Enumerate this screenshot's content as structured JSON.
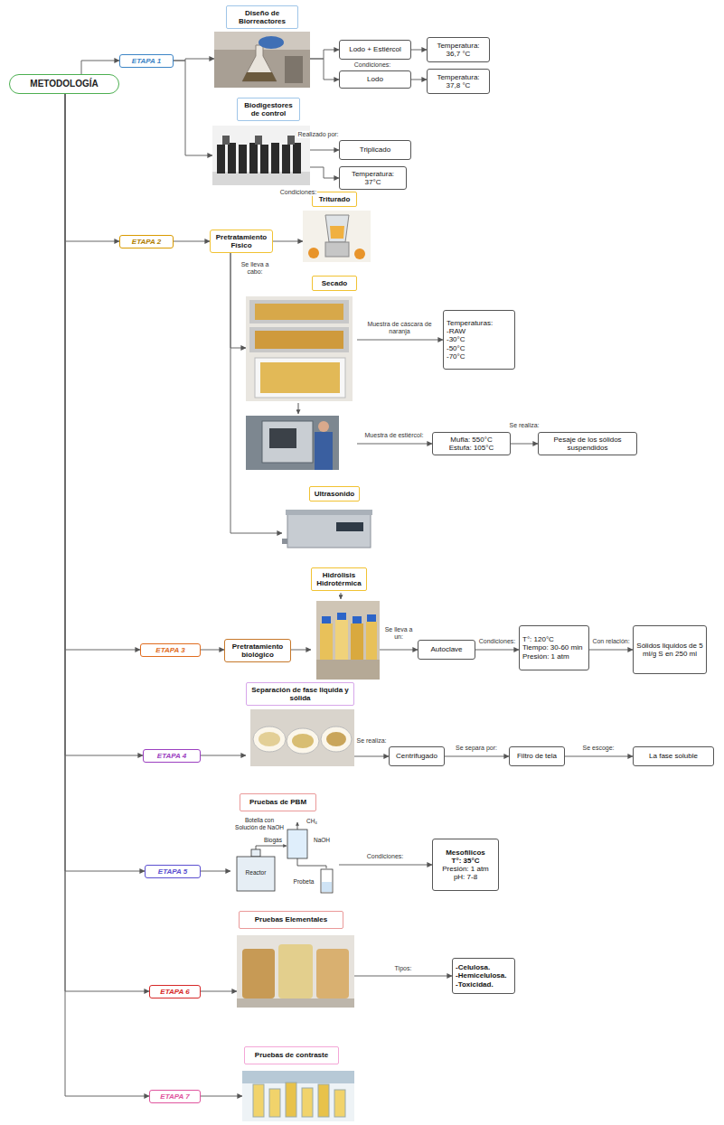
{
  "diagram": {
    "nodes": [
      {
        "text": [
          "METODOLOGÍA"
        ]
      },
      {
        "text": [
          "ETAPA 1"
        ]
      },
      {
        "text": [
          "Diseño de Biorreactores"
        ]
      },
      {
        "text": [
          "Lodo + Estiércol"
        ]
      },
      {
        "text": [
          "Temperatura: 36,7 °C"
        ]
      },
      {
        "text": [
          "Lodo"
        ]
      },
      {
        "text": [
          "Temperatura: 37,8 °C"
        ]
      },
      {
        "text": [
          "Biodigestores de control"
        ]
      },
      {
        "text": [
          "Triplicado"
        ]
      },
      {
        "text": [
          "Temperatura: 37°C"
        ]
      },
      {
        "text": [
          "ETAPA 2"
        ]
      },
      {
        "text": [
          "Pretratamiento Físico"
        ]
      },
      {
        "text": [
          "Triturado"
        ]
      },
      {
        "text": [
          "Secado"
        ]
      },
      {
        "text": [
          "Temperaturas:",
          "-RAW",
          "-30°C",
          "-50°C",
          "-70°C"
        ]
      },
      {
        "text": [
          "Mufla: 550°C",
          "Estufa: 105°C"
        ]
      },
      {
        "text": [
          "Pesaje de los sólidos suspendidos"
        ]
      },
      {
        "text": [
          "Ultrasonido"
        ]
      },
      {
        "text": [
          "ETAPA 3"
        ]
      },
      {
        "text": [
          "Pretratamiento biológico"
        ]
      },
      {
        "text": [
          "Hidrólisis Hidrotérmica"
        ]
      },
      {
        "text": [
          "Autoclave"
        ]
      },
      {
        "text": [
          "T°: 120°C",
          "Tiempo: 30-60 min",
          "Presión: 1 atm"
        ]
      },
      {
        "text": [
          "Sólidos liquidos de 5 ml/g S en 250 ml"
        ]
      },
      {
        "text": [
          "ETAPA 4"
        ]
      },
      {
        "text": [
          "Separación de fase liquida y sólida"
        ]
      },
      {
        "text": [
          "Centrifugado"
        ]
      },
      {
        "text": [
          "Filtro de tela"
        ]
      },
      {
        "text": [
          "La fase soluble"
        ]
      },
      {
        "text": [
          "ETAPA 5"
        ]
      },
      {
        "text": [
          "Pruebas de PBM"
        ]
      },
      {
        "text": [
          "Mesofílicos",
          "T°: 35°C",
          "Presión: 1 atm",
          "pH: 7-8"
        ]
      },
      {
        "text": [
          "ETAPA 6"
        ]
      },
      {
        "text": [
          "Pruebas Elementales"
        ]
      },
      {
        "text": [
          "-Celulosa.",
          "-Hemicelulosa.",
          "-Toxicidad."
        ]
      },
      {
        "text": [
          "Pruebas de contraste"
        ]
      },
      {
        "text": [
          "ETAPA 7"
        ]
      }
    ],
    "edges": [
      {
        "from": 0,
        "to": 1,
        "arrow": "to"
      },
      {
        "from": 0,
        "to": 10,
        "arrow": "to"
      },
      {
        "from": 0,
        "to": 18,
        "arrow": "to"
      },
      {
        "from": 0,
        "to": 24,
        "arrow": "to"
      },
      {
        "from": 0,
        "to": 29,
        "arrow": "to"
      },
      {
        "from": 0,
        "to": 32,
        "arrow": "to"
      },
      {
        "from": 0,
        "to": 36,
        "arrow": "to"
      },
      {
        "from": 1,
        "to": 2,
        "arrow": "to"
      },
      {
        "from": 1,
        "to": 7,
        "arrow": "to"
      },
      {
        "from": 2,
        "to": 3,
        "arrow": "to"
      },
      {
        "from": 2,
        "to": 5,
        "label": "Condiciones:",
        "arrow": "to"
      },
      {
        "from": 3,
        "to": 4,
        "arrow": "to"
      },
      {
        "from": 5,
        "to": 6,
        "arrow": "to"
      },
      {
        "from": 7,
        "to": 8,
        "label": "Realizado por:",
        "arrow": "to"
      },
      {
        "from": 7,
        "to": 9,
        "label": "Condiciones:",
        "arrow": "to"
      },
      {
        "from": 10,
        "to": 11,
        "arrow": "to"
      },
      {
        "from": 11,
        "to": 12,
        "arrow": "to"
      },
      {
        "from": 11,
        "to": 13,
        "label": "Se lleva a cabo:",
        "arrow": "to"
      },
      {
        "from": 11,
        "to": 17,
        "arrow": "to"
      },
      {
        "from": 13,
        "to": 14,
        "label": "Muestra de cáscara de naranja",
        "arrow": "to"
      },
      {
        "from": 13,
        "to": 15,
        "label": "Muestra de estiércol:",
        "arrow": "to"
      },
      {
        "from": 15,
        "to": 16,
        "label": "Se realiza:",
        "arrow": "to"
      },
      {
        "from": 18,
        "to": 19,
        "arrow": "to"
      },
      {
        "from": 19,
        "to": 20,
        "arrow": "to"
      },
      {
        "from": 20,
        "to": 21,
        "label": "Se lleva a un:",
        "arrow": "to"
      },
      {
        "from": 21,
        "to": 22,
        "label": "Condiciones:",
        "arrow": "to"
      },
      {
        "from": 22,
        "to": 23,
        "label": "Con relación:",
        "arrow": "to"
      },
      {
        "from": 24,
        "to": 25,
        "arrow": "to"
      },
      {
        "from": 25,
        "to": 26,
        "label": "Se realiza:",
        "arrow": "to"
      },
      {
        "from": 26,
        "to": 27,
        "label": "Se separa por:",
        "arrow": "to"
      },
      {
        "from": 27,
        "to": 28,
        "label": "Se escoge:",
        "arrow": "to"
      },
      {
        "from": 29,
        "to": 30,
        "arrow": "to"
      },
      {
        "from": 30,
        "to": 31,
        "label": "Condiciones:",
        "arrow": "to"
      },
      {
        "from": 32,
        "to": 33,
        "arrow": "to"
      },
      {
        "from": 33,
        "to": 34,
        "label": "Tipos:",
        "arrow": "to"
      },
      {
        "from": 36,
        "to": 35,
        "arrow": "to"
      }
    ],
    "labels": [
      "Botella con Solución de NaOH",
      "CH₄",
      "Biogás",
      "NaOH",
      "Reactor",
      "Probeta"
    ]
  }
}
